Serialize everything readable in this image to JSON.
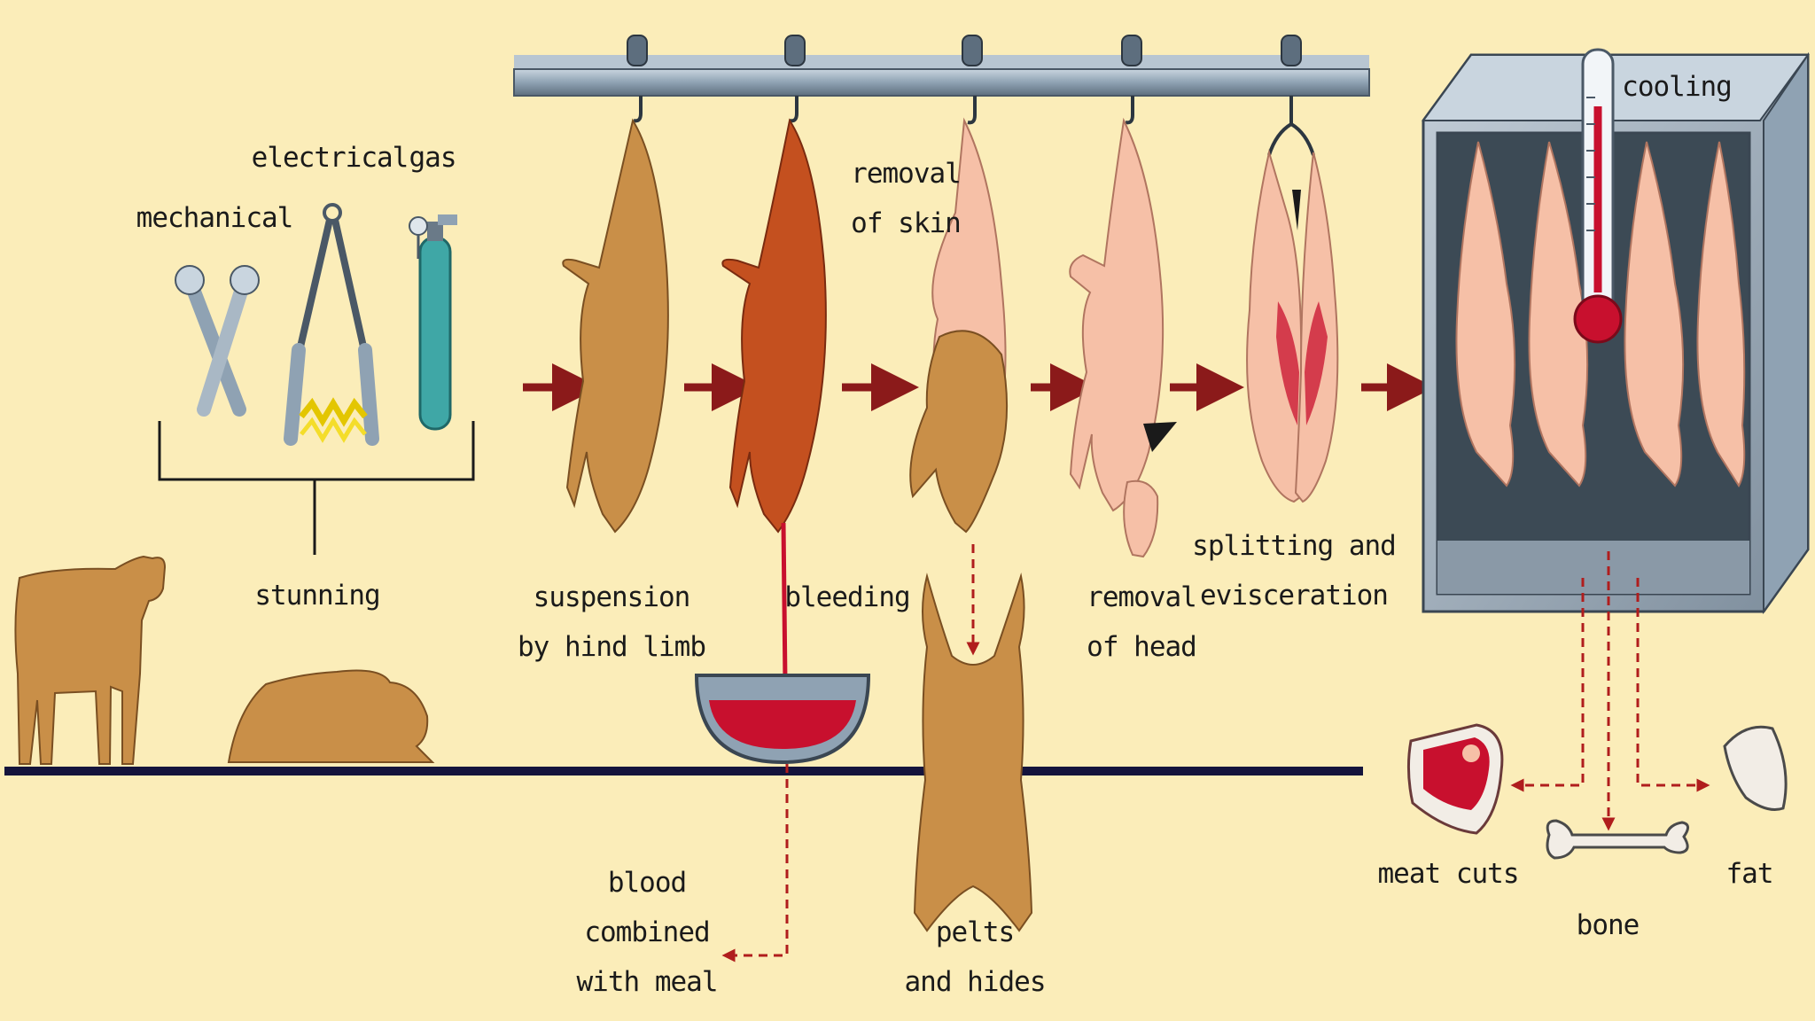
{
  "stunning": {
    "methods": [
      "mechanical",
      "electrical",
      "gas"
    ],
    "label": "stunning"
  },
  "steps": [
    {
      "label": "suspension\nby hind limb"
    },
    {
      "label": "bleeding"
    },
    {
      "label": "removal\nof skin"
    },
    {
      "label": "removal\nof head"
    },
    {
      "label": "splitting and\nevisceration"
    },
    {
      "label": "cooling"
    }
  ],
  "byproducts": {
    "blood": "blood\ncombined\nwith meal",
    "pelts": "pelts\nand hides"
  },
  "outputs": [
    "meat cuts",
    "bone",
    "fat"
  ],
  "colors": {
    "background": "#fbedb9",
    "arrow": "#8b1a1a",
    "cattle": "#c98f48",
    "carcass": "#f0b89a",
    "blood": "#c8102e",
    "rail": "#8fa2b3",
    "floor": "#14143c"
  }
}
